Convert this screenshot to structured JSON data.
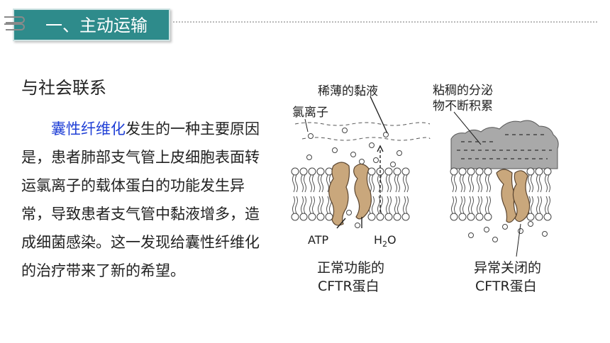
{
  "header": {
    "title": "一、主动运输"
  },
  "section": {
    "heading": "与社会联系"
  },
  "paragraph": {
    "keyword": "囊性纤维化",
    "text": "发生的一种主要原因是，患者肺部支气管上皮细胞表面转运氯离子的载体蛋白的功能发生异常，导致患者支气管中黏液增多，造成细菌感染。这一发现给囊性纤维化的治疗带来了新的希望。"
  },
  "figure_left": {
    "label_mucus": "稀薄的黏液",
    "label_chloride": "氯离子",
    "label_atp": "ATP",
    "label_water_h": "H",
    "label_water_sub": "2",
    "label_water_o": "O",
    "caption_line1": "正常功能的",
    "caption_line2": "CFTR蛋白"
  },
  "figure_right": {
    "label_mucus_line1": "粘稠的分泌",
    "label_mucus_line2": "物不断积累",
    "caption_line1": "异常关闭的",
    "caption_line2": "CFTR蛋白"
  },
  "colors": {
    "title_bg": "#2e8b8b",
    "keyword": "#1f3fd6",
    "protein": "#c9a77c",
    "mucus": "#a9a9a9"
  }
}
